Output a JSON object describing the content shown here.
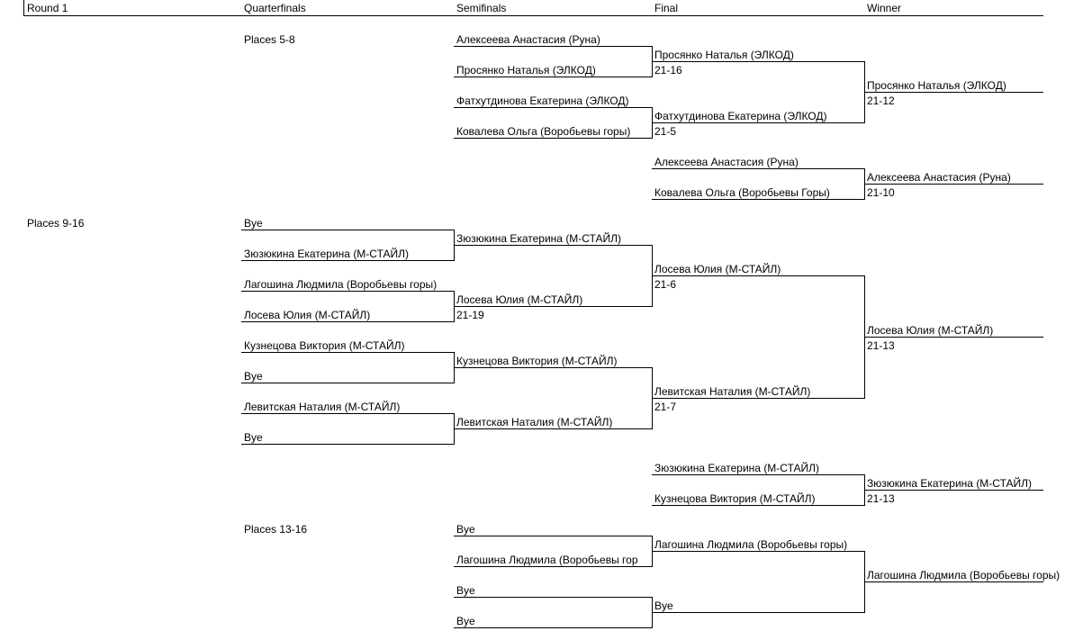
{
  "headers": [
    "Round 1",
    "Quarterfinals",
    "Semifinals",
    "Final",
    "Winner"
  ],
  "sections": {
    "places_5_8": "Places 5-8",
    "places_9_16": "Places 9-16",
    "places_13_16": "Places 13-16"
  },
  "entries": [
    "Алексеева Анастасия (Руна)",
    "Просянко Наталья (ЭЛКОД)",
    "Фатхутдинова Екатерина (ЭЛКОД)",
    "Ковалева Ольга (Воробьевы горы)",
    "Просянко Наталья (ЭЛКОД)",
    "21-16",
    "Фатхутдинова Екатерина (ЭЛКОД)",
    "21-5",
    "Просянко Наталья (ЭЛКОД)",
    "21-12",
    "Алексеева Анастасия (Руна)",
    "Ковалева Ольга (Воробьевы Горы)",
    "Алексеева Анастасия (Руна)",
    "21-10",
    "Bye",
    "Зюзюкина Екатерина (М-СТАЙЛ)",
    "Лагошина Людмила (Воробьевы горы)",
    "Лосева Юлия (М-СТАЙЛ)",
    "Кузнецова Виктория (М-СТАЙЛ)",
    "Bye",
    "Левитская Наталия (М-СТАЙЛ)",
    "Bye",
    "Зюзюкина Екатерина (М-СТАЙЛ)",
    "Лосева Юлия (М-СТАЙЛ)",
    "21-19",
    "Кузнецова Виктория (М-СТАЙЛ)",
    "Левитская Наталия (М-СТАЙЛ)",
    "Лосева Юлия (М-СТАЙЛ)",
    "21-6",
    "Левитская Наталия (М-СТАЙЛ)",
    "21-7",
    "Лосева Юлия (М-СТАЙЛ)",
    "21-13",
    "Зюзюкина Екатерина (М-СТАЙЛ)",
    "Кузнецова Виктория (М-СТАЙЛ)",
    "Зюзюкина Екатерина (М-СТАЙЛ)",
    "21-13",
    "Bye",
    "Лагошина Людмила (Воробьевы гор",
    "Bye",
    "Bye",
    "Лагошина Людмила (Воробьевы горы)",
    "Bye",
    "Лагошина Людмила (Воробьевы горы)"
  ]
}
